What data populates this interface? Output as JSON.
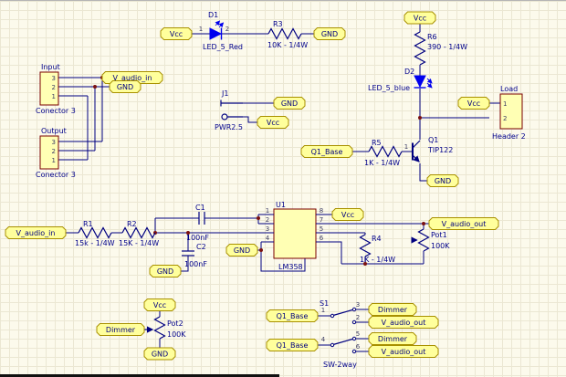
{
  "nets": {
    "vcc": "Vcc",
    "gnd": "GND",
    "v_audio_in": "V_audio_in",
    "v_audio_out": "V_audio_out",
    "q1_base": "Q1_Base",
    "dimmer": "Dimmer"
  },
  "labels": {
    "input": "Input",
    "output": "Output"
  },
  "components": {
    "d1": {
      "ref": "D1",
      "value": "LED_5_Red",
      "pins": [
        "1",
        "2"
      ]
    },
    "r3": {
      "ref": "R3",
      "value": "10K - 1/4W"
    },
    "r6": {
      "ref": "R6",
      "value": "390 - 1/4W"
    },
    "d2": {
      "ref": "D2",
      "value": "LED_5_blue"
    },
    "q1": {
      "ref": "Q1",
      "value": "TIP122"
    },
    "r5": {
      "ref": "R5",
      "value": "1K - 1/4W",
      "pins": [
        "1"
      ]
    },
    "load": {
      "label": "Load",
      "value": "Header 2",
      "pins": [
        "1",
        "2"
      ]
    },
    "j1": {
      "ref": "J1",
      "value": "PWR2.5"
    },
    "input_connector": {
      "value": "Conector 3",
      "pins": [
        "3",
        "2",
        "1"
      ]
    },
    "output_connector": {
      "value": "Conector 3",
      "pins": [
        "3",
        "2",
        "1"
      ]
    },
    "r1": {
      "ref": "R1",
      "value": "15k - 1/4W"
    },
    "r2": {
      "ref": "R2",
      "value": "15K - 1/4W"
    },
    "c1": {
      "ref": "C1",
      "value": "100nF"
    },
    "c2": {
      "ref": "C2",
      "value": "100nF"
    },
    "u1": {
      "ref": "U1",
      "value": "LM358",
      "pins_left": [
        "1",
        "2",
        "3",
        "4"
      ],
      "pins_right": [
        "8",
        "7",
        "5",
        "6"
      ]
    },
    "r4": {
      "ref": "R4",
      "value": "1K - 1/4W"
    },
    "pot1": {
      "ref": "Pot1",
      "value": "100K"
    },
    "pot2": {
      "ref": "Pot2",
      "value": "100K"
    },
    "s1": {
      "ref": "S1",
      "value": "SW-2way",
      "pins": [
        "1",
        "2",
        "3",
        "4",
        "5",
        "6"
      ]
    }
  },
  "colors": {
    "background": "#FCFAEC",
    "grid": "#EBE7D3",
    "wire": "#000080",
    "led_blue": "#0000EE",
    "body_fill": "#FFFFB4",
    "body_border": "#7A0000",
    "flag_fill": "#FFFF9C",
    "flag_border": "#A89000",
    "text": "#00008B",
    "junction": "#7A1010"
  }
}
